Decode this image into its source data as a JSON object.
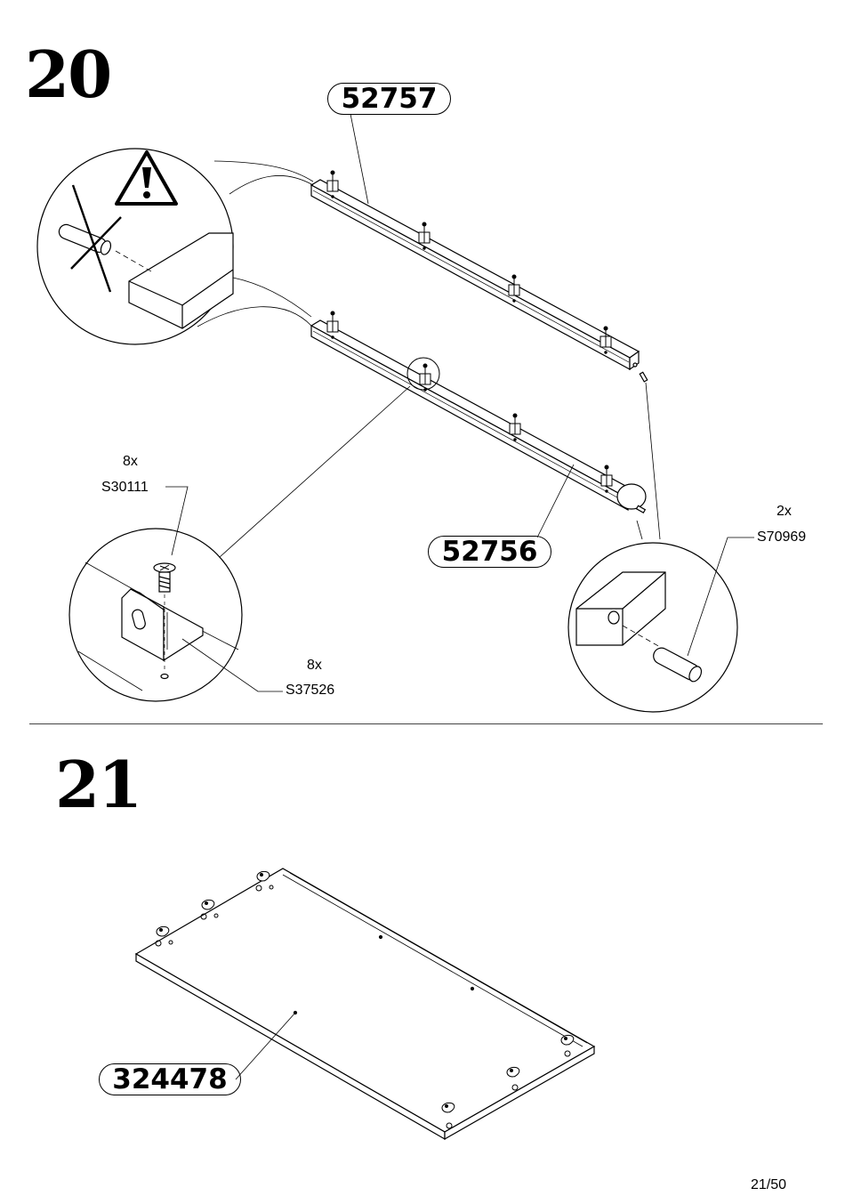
{
  "step20": {
    "number": "20",
    "parts": {
      "upper_rail": "52757",
      "lower_rail": "52756"
    },
    "hardware": {
      "screw": {
        "qty": "8x",
        "code": "S30111"
      },
      "bracket": {
        "qty": "8x",
        "code": "S37526"
      },
      "dowel": {
        "qty": "2x",
        "code": "S70969"
      }
    },
    "warning_icon": "warning-triangle-icon"
  },
  "step21": {
    "number": "21",
    "parts": {
      "panel": "324478"
    }
  },
  "page": {
    "number": "21/50"
  }
}
